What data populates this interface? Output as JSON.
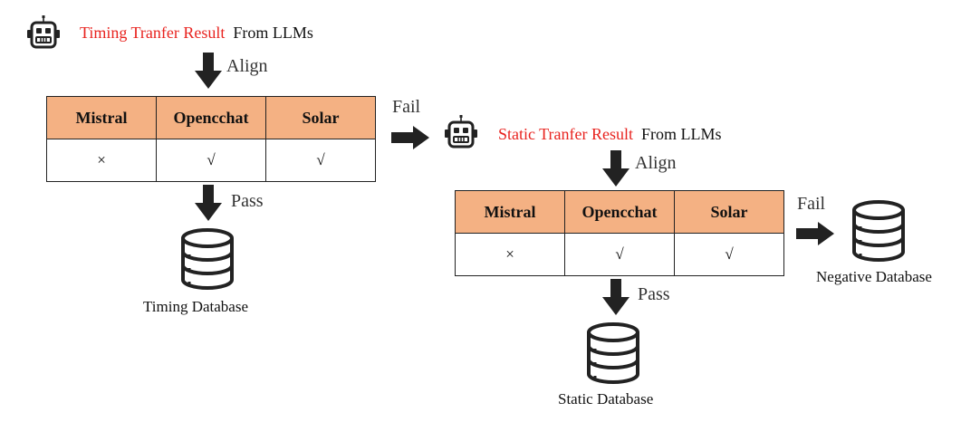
{
  "stage1": {
    "title_highlight": "Timing Tranfer Result",
    "title_rest": "From LLMs",
    "align_label": "Align",
    "headers": [
      "Mistral",
      "Opencchat",
      "Solar"
    ],
    "results": [
      "×",
      "√",
      "√"
    ],
    "pass_label": "Pass",
    "database_label": "Timing Database",
    "fail_label": "Fail"
  },
  "stage2": {
    "title_highlight": "Static Tranfer Result",
    "title_rest": "From LLMs",
    "align_label": "Align",
    "headers": [
      "Mistral",
      "Opencchat",
      "Solar"
    ],
    "results": [
      "×",
      "√",
      "√"
    ],
    "pass_label": "Pass",
    "database_label": "Static Database",
    "fail_label": "Fail",
    "negative_database_label": "Negative Database"
  },
  "colors": {
    "header_fill": "#f4b183",
    "highlight_text": "#e8231f",
    "arrow": "#222222"
  }
}
